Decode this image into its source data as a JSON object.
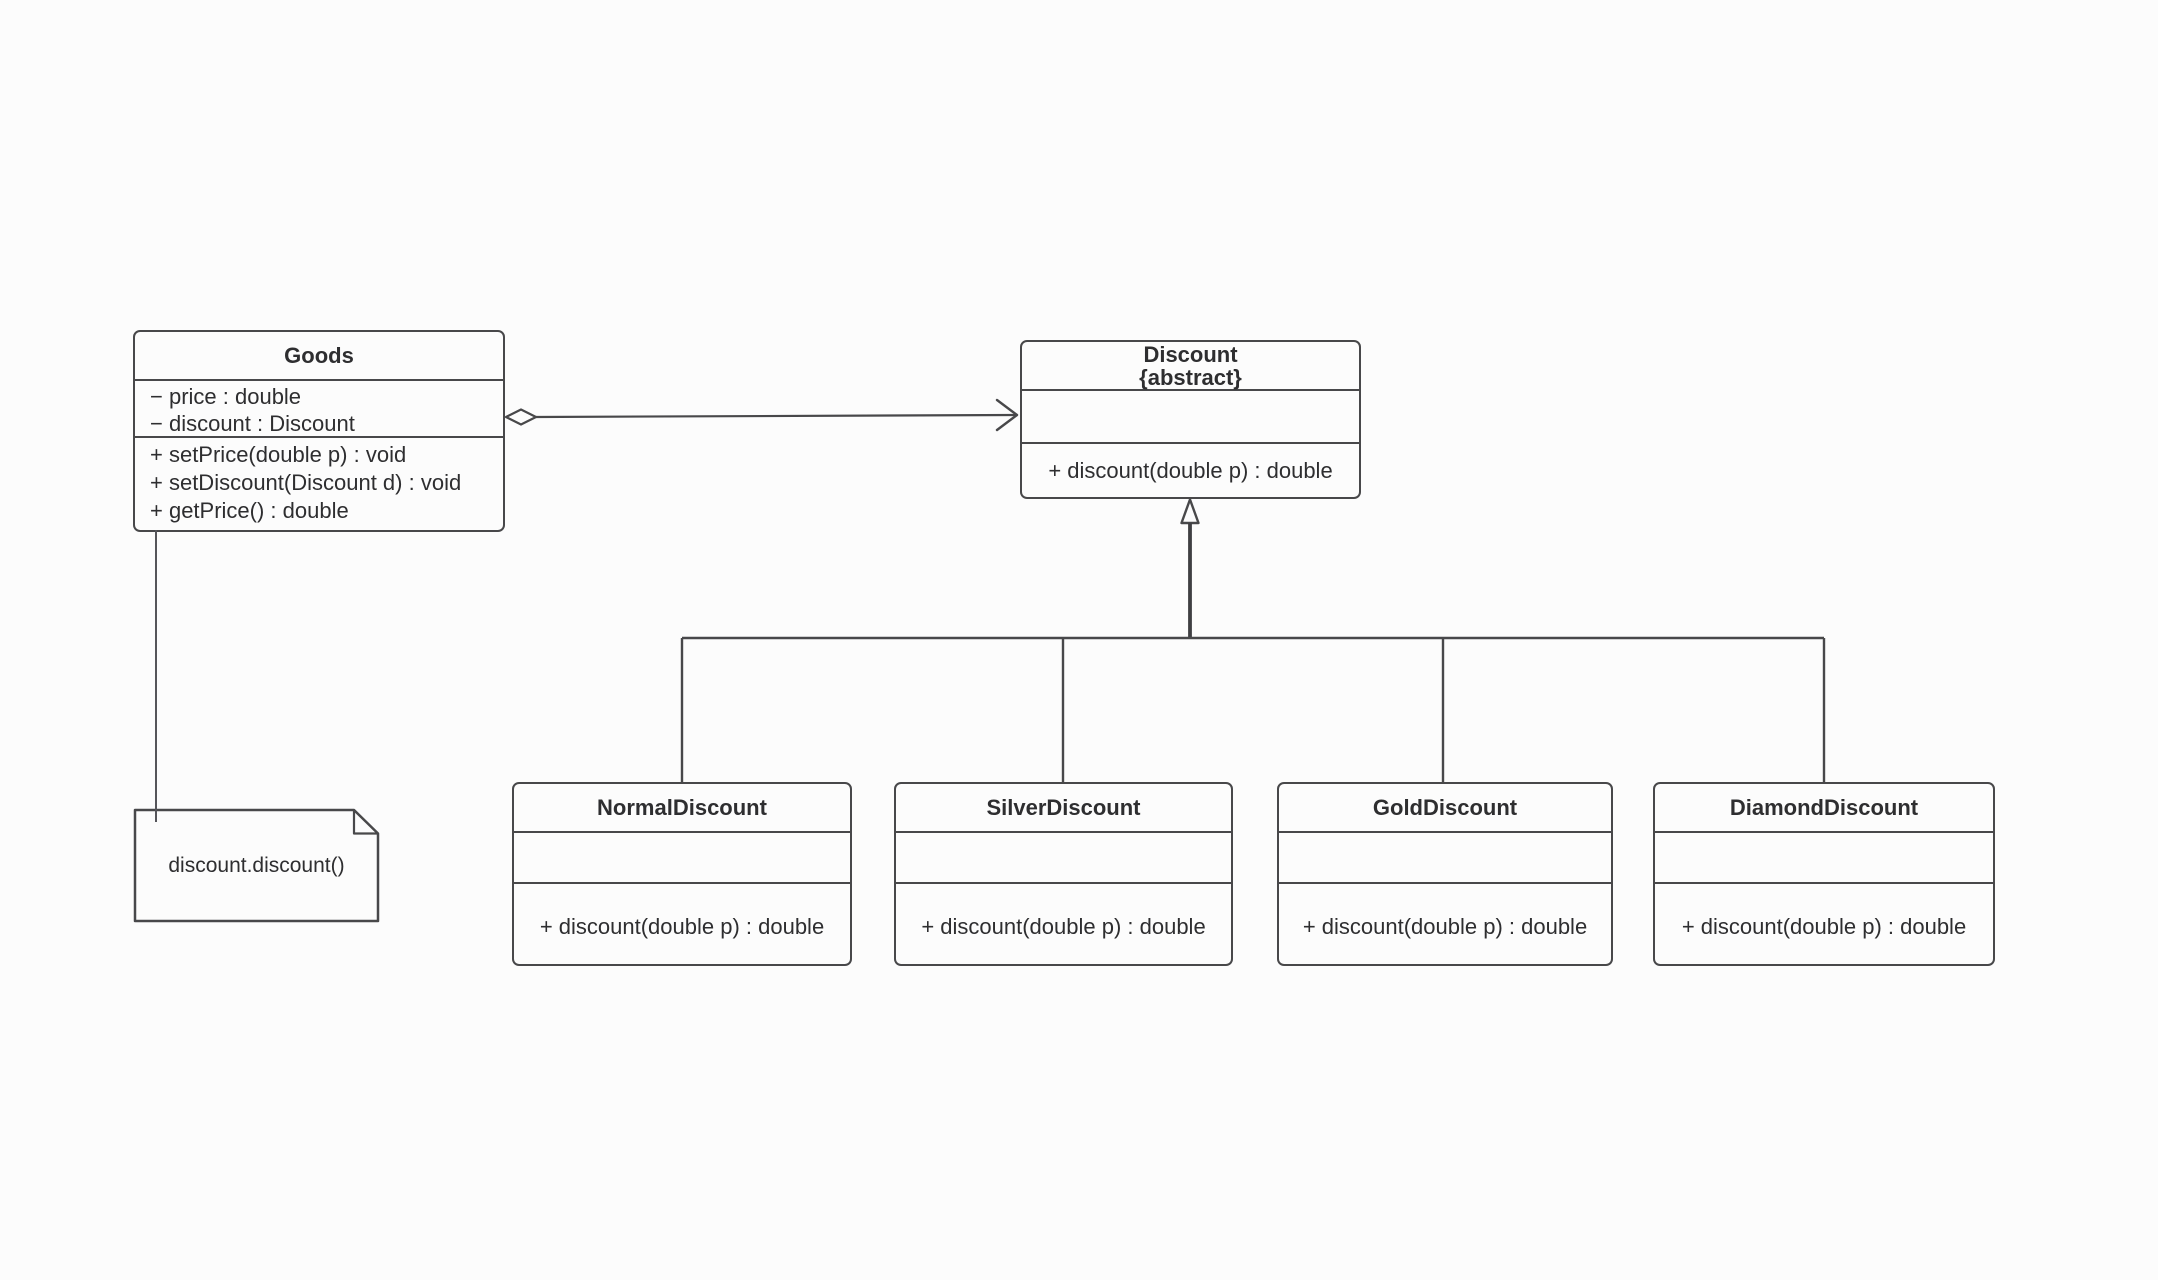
{
  "colors": {
    "background": "#fcfcfc",
    "line": "#48484a",
    "text": "#2e2e30"
  },
  "classes": {
    "goods": {
      "name": "Goods",
      "attributes": [
        "− price : double",
        "− discount : Discount"
      ],
      "methods": [
        "+ setPrice(double p) : void",
        "+ setDiscount(Discount d) : void",
        "+ getPrice() : double"
      ]
    },
    "discount": {
      "name": "Discount",
      "stereotype": "{abstract}",
      "attributes": [],
      "methods": [
        "+ discount(double p) : double"
      ]
    },
    "normalDiscount": {
      "name": "NormalDiscount",
      "attributes": [],
      "methods": [
        "+ discount(double p) : double"
      ]
    },
    "silverDiscount": {
      "name": "SilverDiscount",
      "attributes": [],
      "methods": [
        "+ discount(double p) : double"
      ]
    },
    "goldDiscount": {
      "name": "GoldDiscount",
      "attributes": [],
      "methods": [
        "+ discount(double p) : double"
      ]
    },
    "diamondDiscount": {
      "name": "DiamondDiscount",
      "attributes": [],
      "methods": [
        "+ discount(double p) : double"
      ]
    }
  },
  "note": {
    "text": "discount.discount()",
    "attached_to": "Goods"
  },
  "relationships": {
    "aggregation": {
      "from": "Goods",
      "to": "Discount",
      "kind": "aggregation (hollow diamond at Goods, open arrow at Discount)"
    },
    "generalization": {
      "parent": "Discount",
      "children": [
        "NormalDiscount",
        "SilverDiscount",
        "GoldDiscount",
        "DiamondDiscount"
      ],
      "kind": "generalization (hollow triangle at Discount)"
    }
  }
}
